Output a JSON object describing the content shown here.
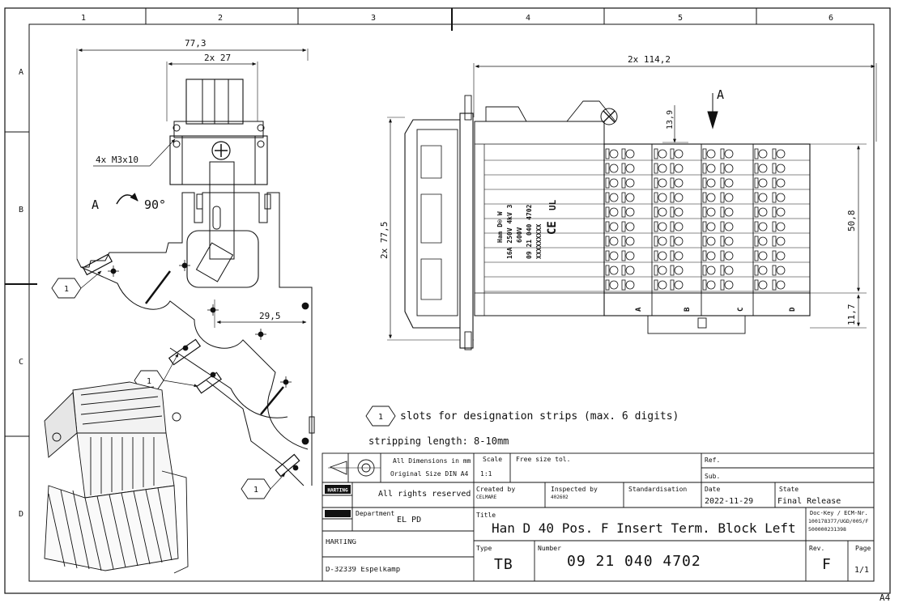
{
  "frame": {
    "columns": [
      "1",
      "2",
      "3",
      "4",
      "5",
      "6"
    ],
    "rows": [
      "A",
      "B",
      "C",
      "D"
    ],
    "sheet_format": "A4"
  },
  "dimensions": {
    "overall_width": "77,3",
    "pitch": "2x 27",
    "screws": "4x M3x10",
    "rotation_label": "A",
    "rotation_angle": "90°",
    "offset": "29,5",
    "length": "2x 114,2",
    "top_offset": "13,9",
    "height": "2x 77,5",
    "inner_height": "50,8",
    "bottom_offset": "11,7",
    "view_label": "A"
  },
  "callouts": {
    "marker": "1",
    "legend_text": "slots for designation strips (max. 6 digits)",
    "stripping": "stripping length: 8-10mm"
  },
  "part_labels": {
    "text": [
      "Han D® W",
      "16A 250V 4kV 3",
      "600V",
      "09 21 040 4702",
      "XXXXXXXXX",
      "CE",
      "UL"
    ],
    "sections": [
      "A",
      "B",
      "C",
      "D"
    ]
  },
  "title_block": {
    "dims_note1": "All Dimensions in mm",
    "dims_note2": "Original Size DIN A4",
    "scale_label": "Scale",
    "scale_value": "1:1",
    "tolerance": "Free size tol.",
    "ref_label": "Ref.",
    "sub_label": "Sub.",
    "logo_text": "HARTING",
    "rights": "All rights reserved",
    "department_label": "Department",
    "department_value": "EL PD",
    "created_label": "Created by",
    "created_value": "CELMARE",
    "inspected_label": "Inspected by",
    "inspected_value": "402602",
    "standard_label": "Standardisation",
    "date_label": "Date",
    "date_value": "2022-11-29",
    "state_label": "State",
    "state_value": "Final Release",
    "title_label": "Title",
    "title_value": "Han D 40 Pos. F Insert Term. Block Left",
    "dockey_label": "Doc-Key / ECM-Nr.",
    "dockey_line1": "100178377/UGD/005/F",
    "dockey_line2": "500000231398",
    "company": "HARTING",
    "address": "D-32339 Espelkamp",
    "type_label": "Type",
    "type_value": "TB",
    "number_label": "Number",
    "number_value": "09 21 040 4702",
    "rev_label": "Rev.",
    "rev_value": "F",
    "page_label": "Page",
    "page_value": "1/1"
  }
}
